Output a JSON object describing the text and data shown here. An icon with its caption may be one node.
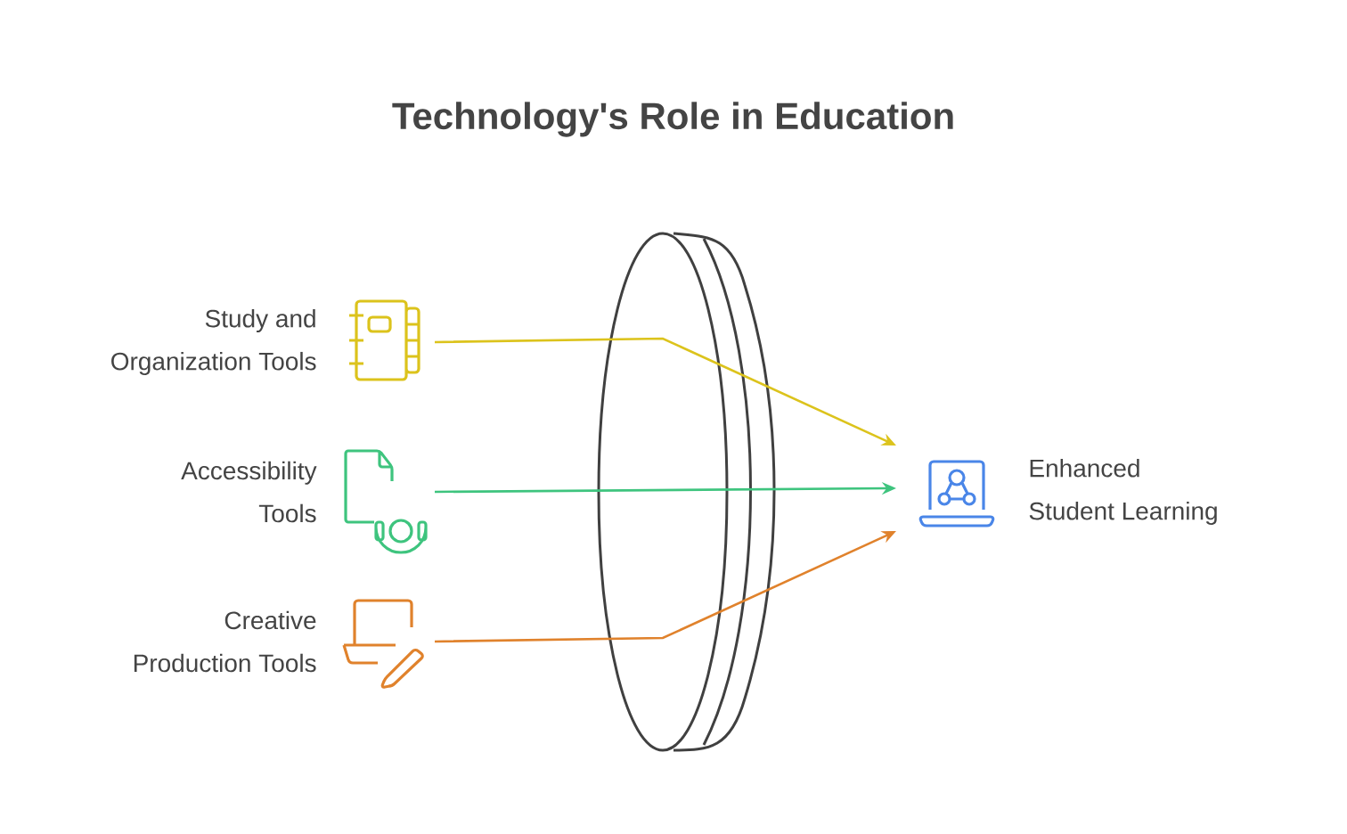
{
  "diagram": {
    "title": "Technology's Role in Education",
    "nodes": [
      {
        "text": [
          "Study and Organization Tools"
        ]
      },
      {
        "text": [
          "Accessibility Tools"
        ]
      },
      {
        "text": [
          "Creative Production Tools"
        ]
      },
      {
        "text": [
          "Enhanced Student Learning"
        ]
      }
    ],
    "edges": [
      {
        "from": 0,
        "to": 3,
        "arrow": "to",
        "color": "#dcc31c"
      },
      {
        "from": 1,
        "to": 3,
        "arrow": "to",
        "color": "#3ec47e"
      },
      {
        "from": 2,
        "to": 3,
        "arrow": "to",
        "color": "#e0822c"
      }
    ]
  }
}
